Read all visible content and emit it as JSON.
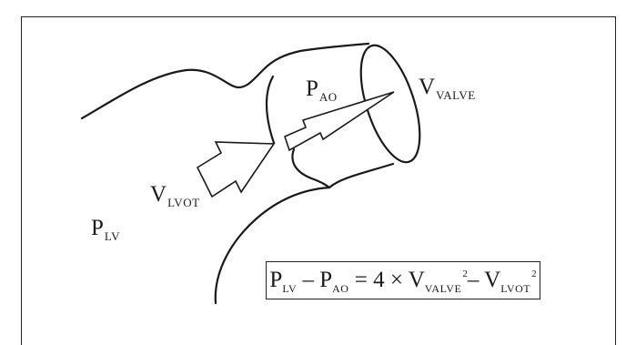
{
  "labels": {
    "p_ao": {
      "symbol": "P",
      "subscript": "AO"
    },
    "v_valve": {
      "symbol": "V",
      "subscript": "VALVE"
    },
    "v_lvot": {
      "symbol": "V",
      "subscript": "LVOT"
    },
    "p_lv": {
      "symbol": "P",
      "subscript": "LV"
    }
  },
  "equation": {
    "lhs_p1": "P",
    "lhs_p1_sub": "LV",
    "minus1": " – ",
    "lhs_p2": "P",
    "lhs_p2_sub": "AO",
    "equals": " = 4 × ",
    "rhs_v1": "V",
    "rhs_v1_sub": "VALVE",
    "rhs_v1_exp": "2",
    "minus2": "– ",
    "rhs_v2": "V",
    "rhs_v2_sub": "LVOT",
    "rhs_v2_exp": "2"
  }
}
